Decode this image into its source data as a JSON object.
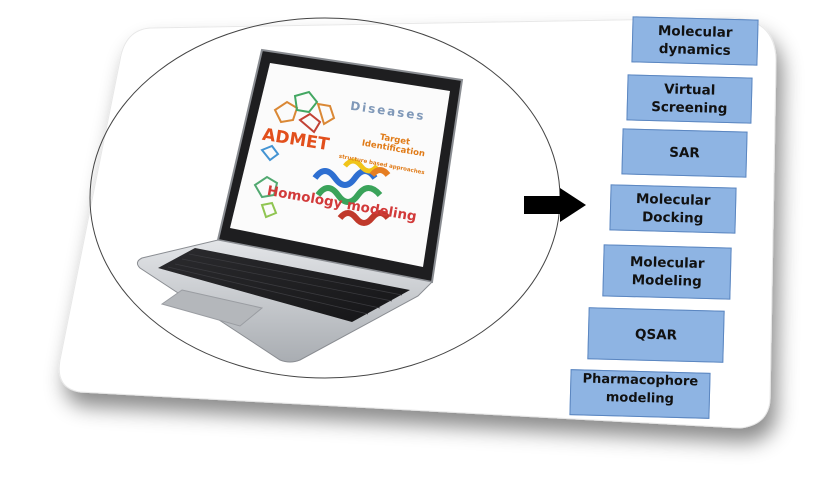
{
  "screen": {
    "diseases": "Diseases",
    "target_identification": "Target\nIdentification",
    "admet": "ADMET",
    "structure_note": "structure based approaches",
    "homology": "Homology modeling"
  },
  "methods": [
    {
      "label": "Molecular\ndynamics"
    },
    {
      "label": "Virtual\nScreening"
    },
    {
      "label": "SAR"
    },
    {
      "label": "Molecular\nDocking"
    },
    {
      "label": "Molecular\nModeling"
    },
    {
      "label": "QSAR"
    },
    {
      "label": "Pharmacophore\nmodeling"
    }
  ],
  "colors": {
    "box_fill": "#8eb4e3",
    "box_border": "#5b86c0",
    "arrow": "#000000",
    "laptop_body": "#c9ccd0"
  }
}
